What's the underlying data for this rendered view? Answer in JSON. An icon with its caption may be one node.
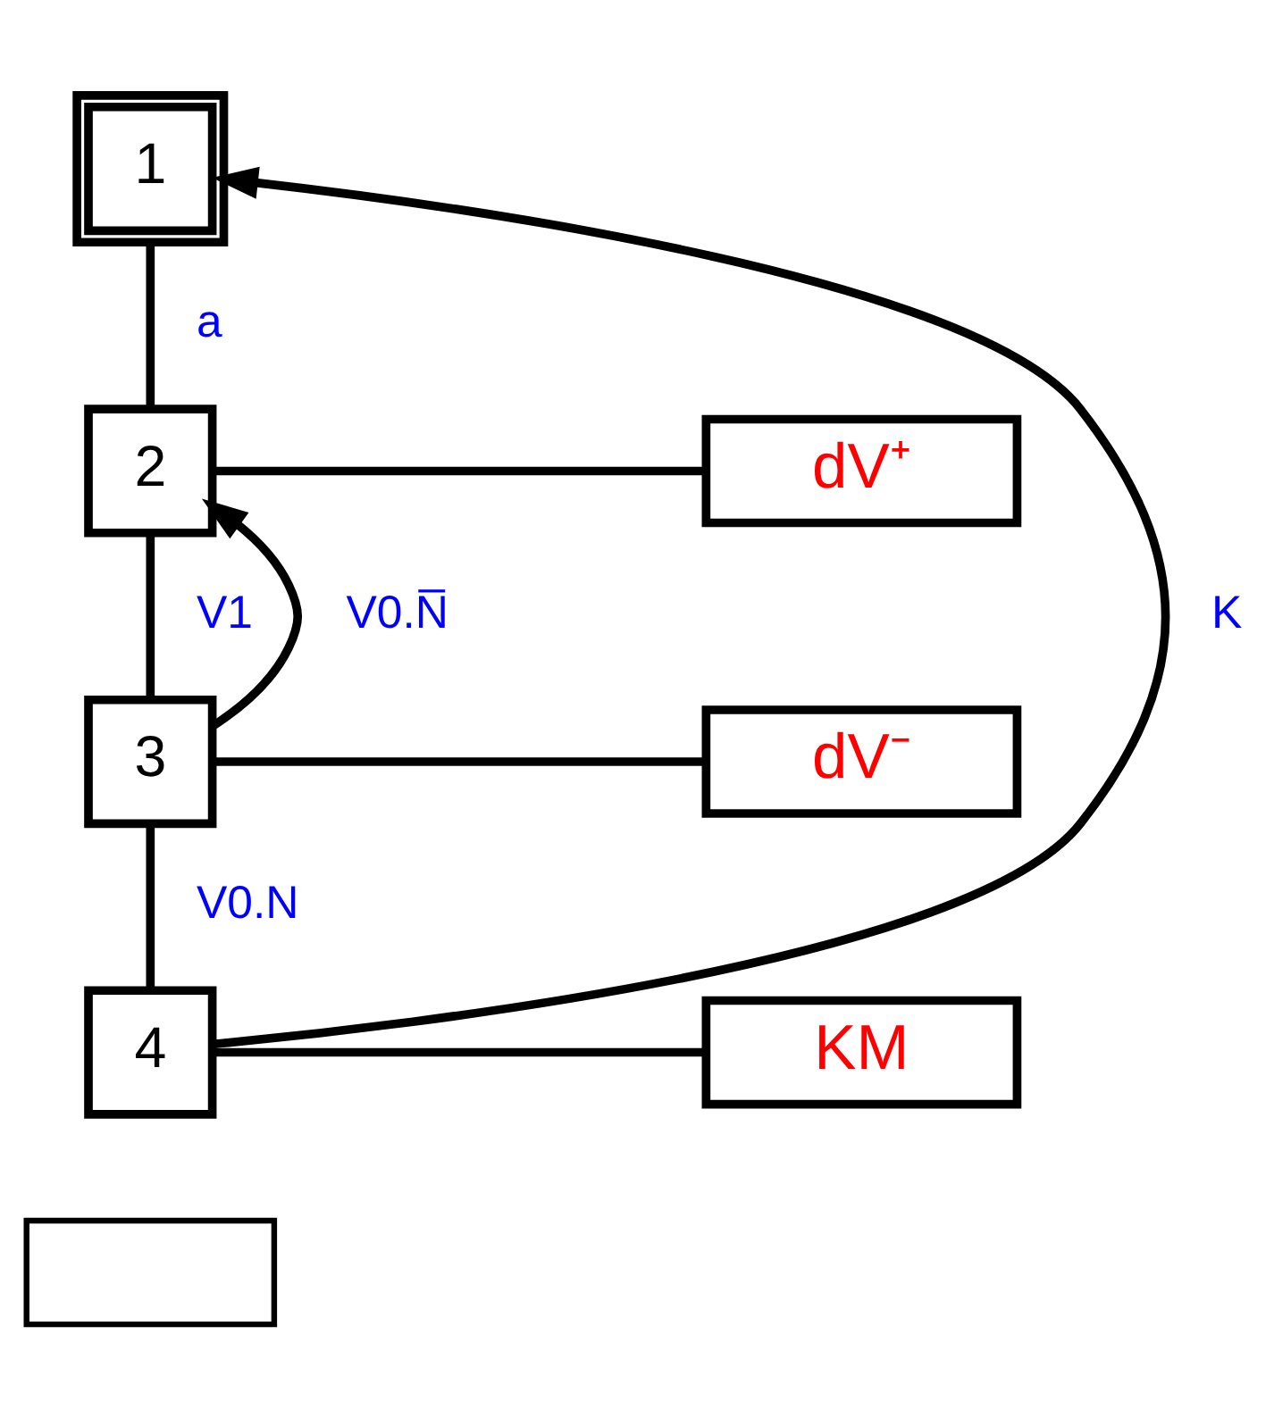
{
  "diagram": {
    "nodes": [
      {
        "text": [
          "1"
        ]
      },
      {
        "text": [
          "2"
        ]
      },
      {
        "text": [
          "dV⁺"
        ]
      },
      {
        "text": [
          "3"
        ]
      },
      {
        "text": [
          "dV⁻"
        ]
      },
      {
        "text": [
          "4"
        ]
      },
      {
        "text": [
          "KM"
        ]
      },
      {
        "text": [],
        "shape": "box"
      }
    ],
    "edges": [
      {
        "from": 0,
        "to": 1,
        "arrow": "none",
        "label": "a"
      },
      {
        "from": 1,
        "to": 2,
        "arrow": "none"
      },
      {
        "from": 1,
        "to": 3,
        "arrow": "none",
        "label": "V1"
      },
      {
        "from": 3,
        "to": 4,
        "arrow": "none"
      },
      {
        "from": 3,
        "to": 1,
        "arrow": "to",
        "label": "V0.N̅"
      },
      {
        "from": 3,
        "to": 5,
        "arrow": "none",
        "label": "V0.N"
      },
      {
        "from": 5,
        "to": 6,
        "arrow": "none"
      },
      {
        "from": 5,
        "to": 0,
        "arrow": "to",
        "label": "K"
      }
    ]
  }
}
